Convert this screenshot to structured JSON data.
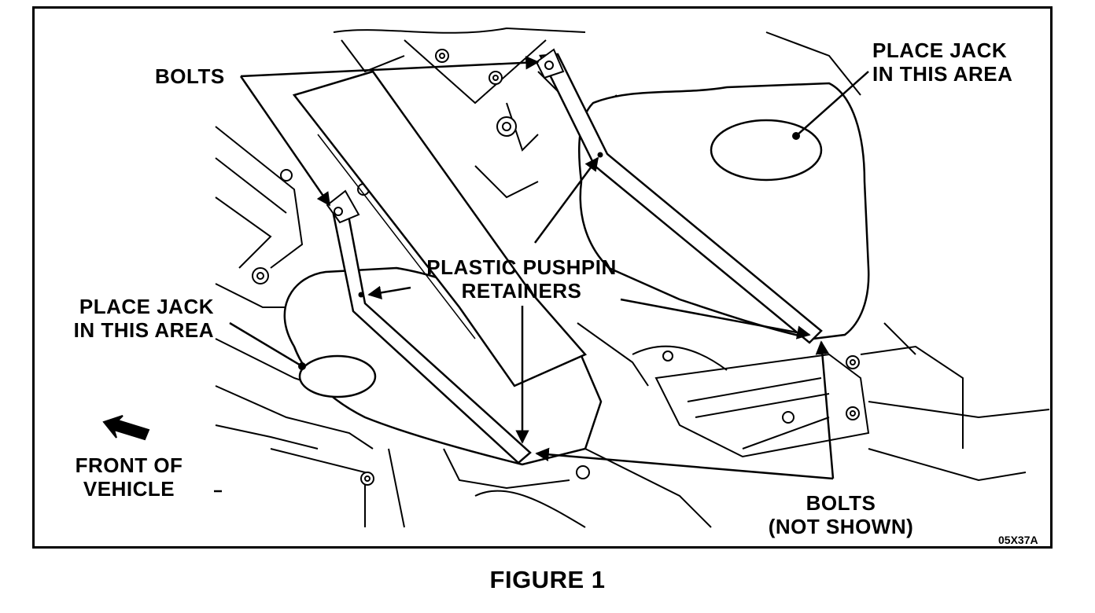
{
  "labels": {
    "bolts_top": "BOLTS",
    "jack_right_line1": "PLACE JACK",
    "jack_right_line2": "IN THIS AREA",
    "pushpin_line1": "PLASTIC PUSHPIN",
    "pushpin_line2": "RETAINERS",
    "jack_left_line1": "PLACE JACK",
    "jack_left_line2": "IN THIS AREA",
    "front_line1": "FRONT OF",
    "front_line2": "VEHICLE",
    "bolts_bottom_line1": "BOLTS",
    "bolts_bottom_line2": "(NOT SHOWN)"
  },
  "figure_code": "05X37A",
  "caption": "FIGURE 1",
  "colors": {
    "ink": "#000000",
    "paper": "#ffffff",
    "shade": "#e6e6e6"
  }
}
